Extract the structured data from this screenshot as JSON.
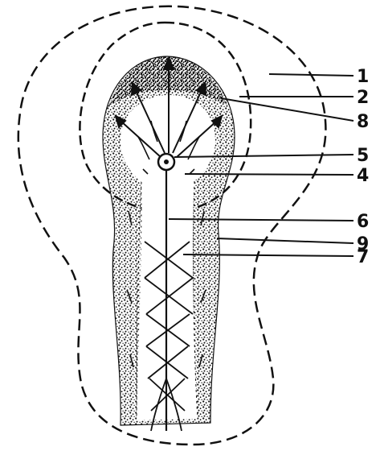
{
  "diagram": {
    "labels": [
      {
        "id": "1",
        "text": "1"
      },
      {
        "id": "2",
        "text": "2"
      },
      {
        "id": "8",
        "text": "8"
      },
      {
        "id": "5",
        "text": "5"
      },
      {
        "id": "4",
        "text": "4"
      },
      {
        "id": "6",
        "text": "6"
      },
      {
        "id": "9",
        "text": "9"
      },
      {
        "id": "7",
        "text": "7"
      }
    ],
    "colors": {
      "ink": "#111111",
      "background": "#ffffff"
    }
  }
}
